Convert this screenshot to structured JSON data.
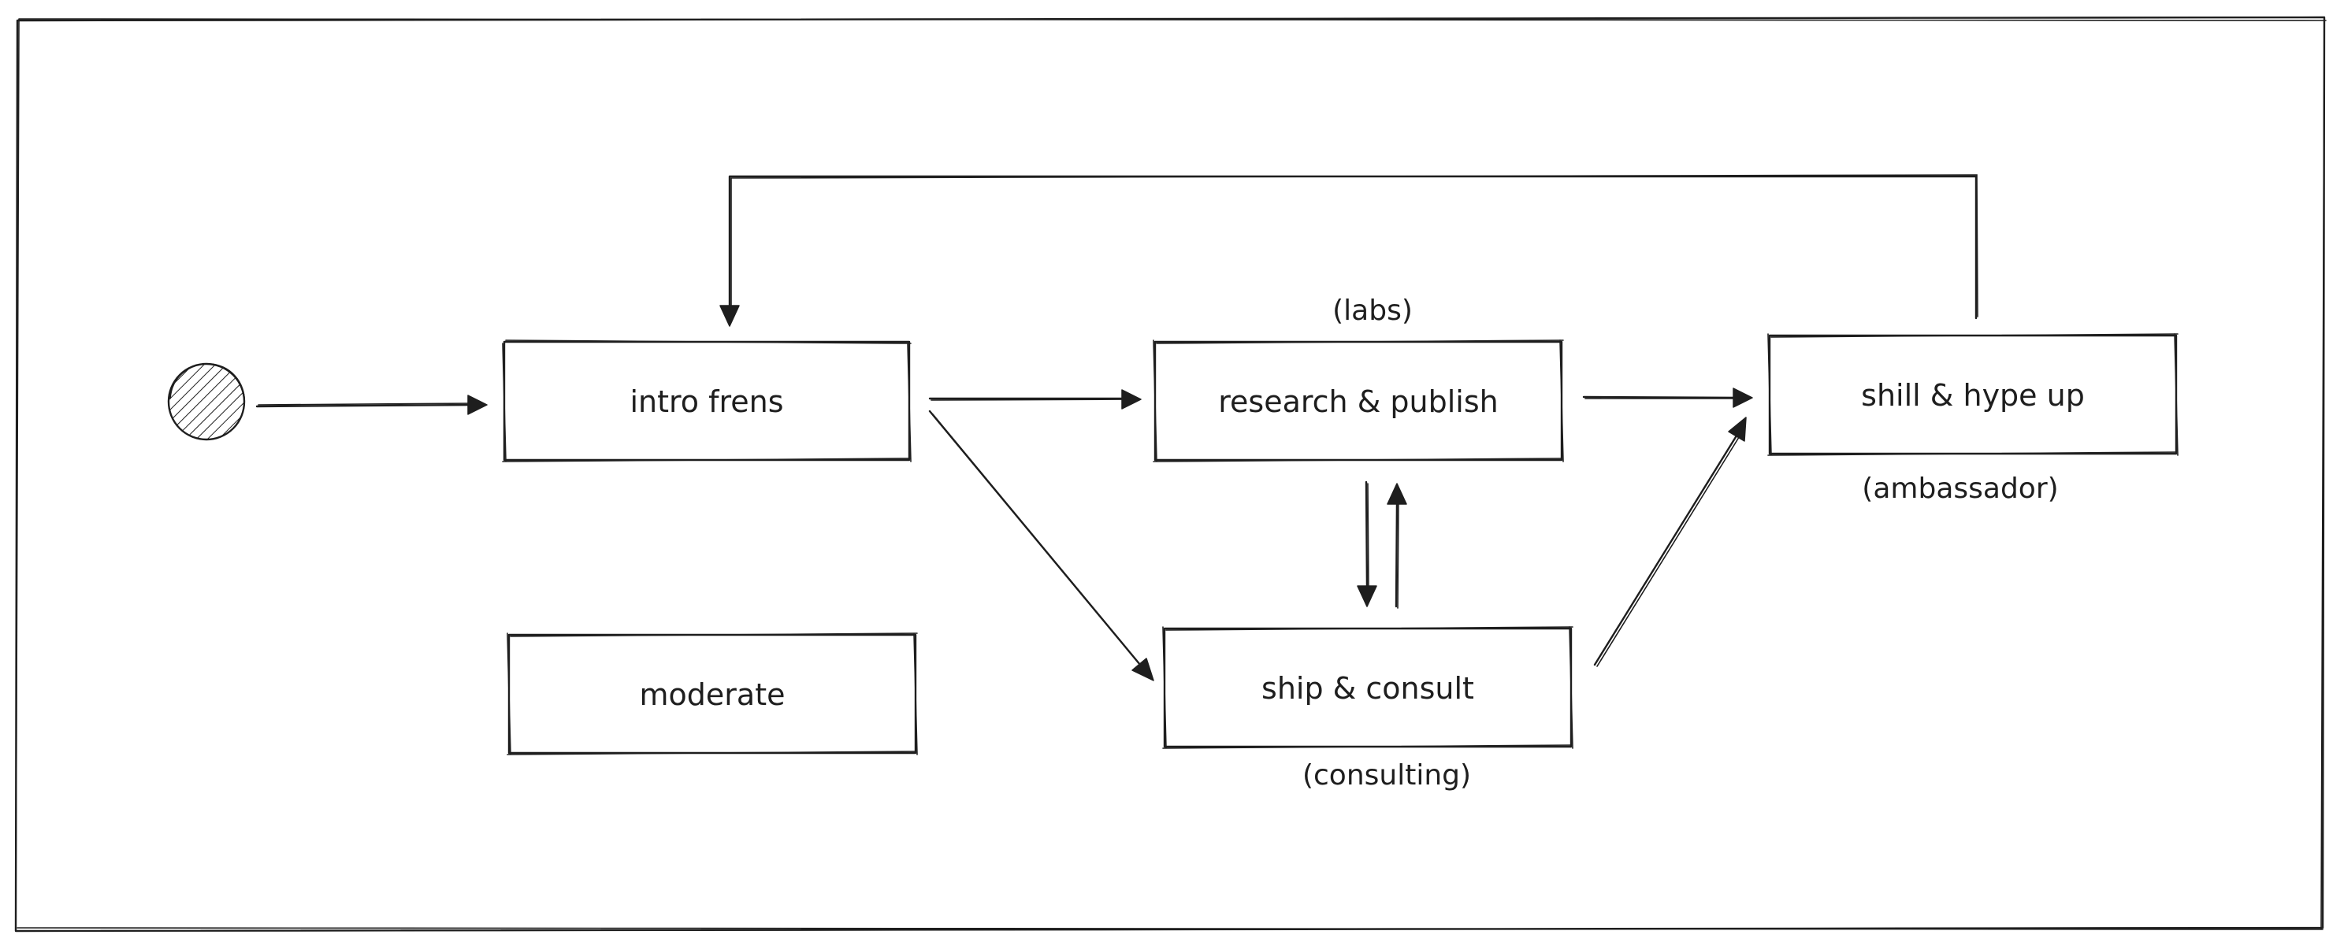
{
  "diagram": {
    "nodes": {
      "intro": {
        "label": "intro frens"
      },
      "research": {
        "label": "research & publish"
      },
      "shill": {
        "label": "shill & hype up"
      },
      "ship": {
        "label": "ship & consult"
      },
      "moderate": {
        "label": "moderate"
      }
    },
    "annotations": {
      "labs": "(labs)",
      "ambassador": "(ambassador)",
      "consulting": "(consulting)"
    },
    "start_node": {
      "fill": "hatched"
    },
    "colors": {
      "stroke": "#1e1e1e",
      "background": "#ffffff"
    }
  }
}
